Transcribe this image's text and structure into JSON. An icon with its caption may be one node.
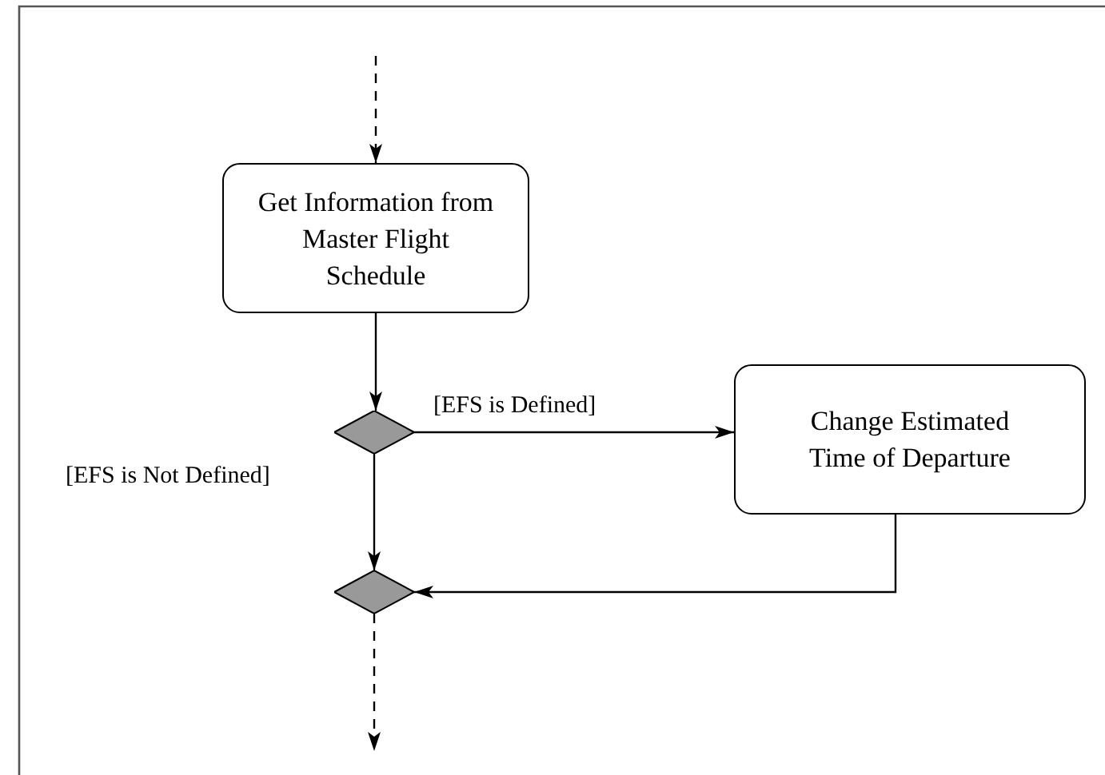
{
  "diagram": {
    "nodes": [
      {
        "text": [
          "Get Information from Master Flight Schedule"
        ]
      },
      {
        "text": [],
        "shape": "diamond"
      },
      {
        "text": [
          "Change Estimated Time of Departure"
        ]
      },
      {
        "text": [],
        "shape": "diamond"
      }
    ],
    "edges": [
      {
        "from": null,
        "to": 0,
        "arrow": "to",
        "style": "dashed"
      },
      {
        "from": 0,
        "to": 1,
        "arrow": "to"
      },
      {
        "from": 1,
        "to": 2,
        "arrow": "to",
        "label": "[EFS is Defined]"
      },
      {
        "from": 1,
        "to": 3,
        "arrow": "to",
        "label": "[EFS is Not Defined]"
      },
      {
        "from": 2,
        "to": 3,
        "arrow": "to"
      },
      {
        "from": 3,
        "to": null,
        "arrow": "to",
        "style": "dashed"
      }
    ]
  }
}
